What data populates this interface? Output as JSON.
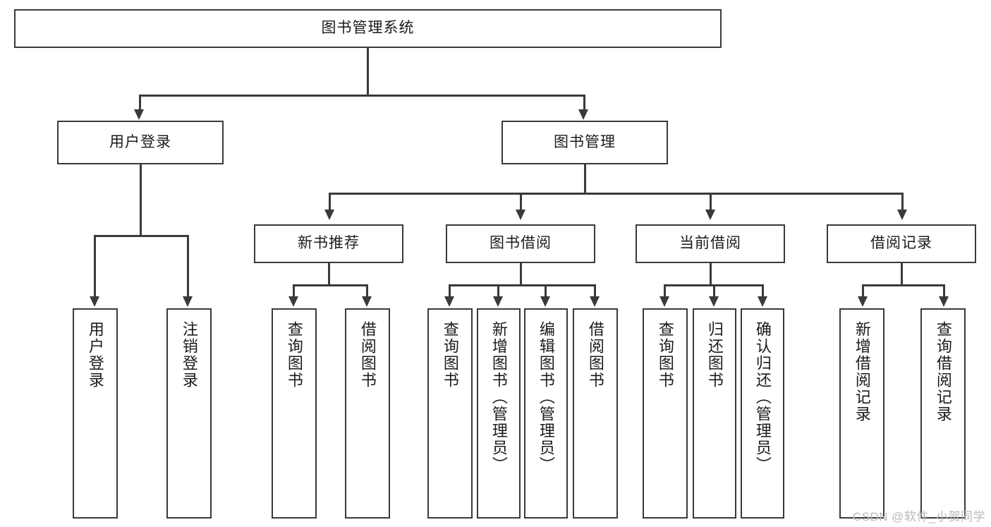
{
  "diagram": {
    "title": "图书管理系统",
    "type": "tree-hierarchy-chart",
    "watermark": "CSDN @软件_小贺同学",
    "colors": {
      "stroke": "#3a3a3a",
      "fill": "#ffffff",
      "text": "#1b1b1b",
      "watermark": "#b9b9b9"
    },
    "root": {
      "label": "图书管理系统"
    },
    "level2": [
      {
        "id": "user-login",
        "label": "用户登录"
      },
      {
        "id": "book-manage",
        "label": "图书管理"
      }
    ],
    "level3": [
      {
        "id": "new-book-recommend",
        "label": "新书推荐",
        "parent": "book-manage"
      },
      {
        "id": "book-borrow",
        "label": "图书借阅",
        "parent": "book-manage"
      },
      {
        "id": "current-borrow",
        "label": "当前借阅",
        "parent": "book-manage"
      },
      {
        "id": "borrow-record",
        "label": "借阅记录",
        "parent": "book-manage"
      }
    ],
    "leaves": [
      {
        "id": "leaf-user-login",
        "label": "用户登录",
        "parent": "user-login"
      },
      {
        "id": "leaf-logout",
        "label": "注销登录",
        "parent": "user-login"
      },
      {
        "id": "leaf-query-book-1",
        "label": "查询图书",
        "parent": "new-book-recommend"
      },
      {
        "id": "leaf-borrow-book-1",
        "label": "借阅图书",
        "parent": "new-book-recommend"
      },
      {
        "id": "leaf-query-book-2",
        "label": "查询图书",
        "parent": "book-borrow"
      },
      {
        "id": "leaf-add-book",
        "label": "新增图书（管理员）",
        "parent": "book-borrow"
      },
      {
        "id": "leaf-edit-book",
        "label": "编辑图书（管理员）",
        "parent": "book-borrow"
      },
      {
        "id": "leaf-borrow-book-2",
        "label": "借阅图书",
        "parent": "book-borrow"
      },
      {
        "id": "leaf-query-book-3",
        "label": "查询图书",
        "parent": "current-borrow"
      },
      {
        "id": "leaf-return-book",
        "label": "归还图书",
        "parent": "current-borrow"
      },
      {
        "id": "leaf-confirm-return",
        "label": "确认归还（管理员）",
        "parent": "current-borrow"
      },
      {
        "id": "leaf-add-record",
        "label": "新增借阅记录",
        "parent": "borrow-record"
      },
      {
        "id": "leaf-query-record",
        "label": "查询借阅记录",
        "parent": "borrow-record"
      }
    ]
  }
}
